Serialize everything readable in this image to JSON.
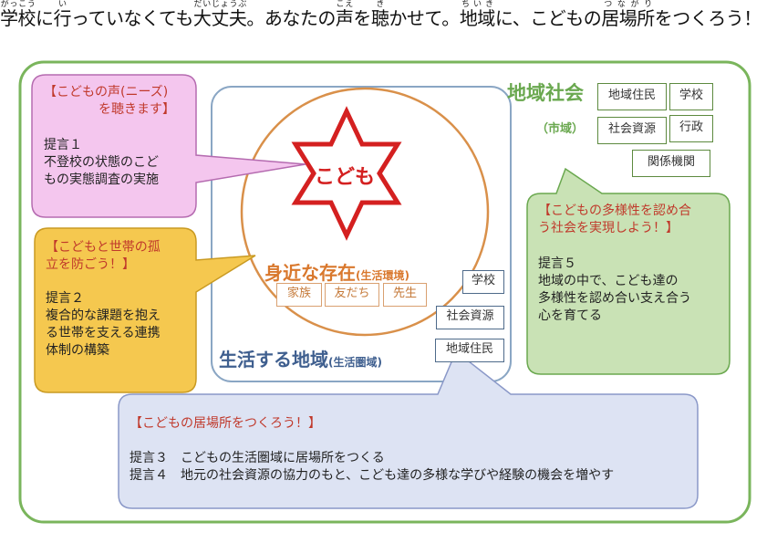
{
  "title": {
    "segments": [
      {
        "text": "学校",
        "ruby": "がっこう"
      },
      {
        "text": "に"
      },
      {
        "text": "行",
        "ruby": "い"
      },
      {
        "text": "っていなくても"
      },
      {
        "text": "大丈夫",
        "ruby": "だいじょうぶ"
      },
      {
        "text": "。あなたの"
      },
      {
        "text": "声",
        "ruby": "こえ"
      },
      {
        "text": "を"
      },
      {
        "text": "聴",
        "ruby": "き"
      },
      {
        "text": "かせて。"
      },
      {
        "text": "地域",
        "ruby": "ちいき"
      },
      {
        "text": "に、こどもの"
      },
      {
        "text": "居場所",
        "ruby": "つながり"
      },
      {
        "text": "をつくろう！"
      }
    ]
  },
  "center": {
    "star_label": "こども",
    "close": "身近な存在",
    "close_sub": "(生活環境)",
    "close_items": [
      "家族",
      "友だち",
      "先生"
    ]
  },
  "living_area": {
    "label": "生活する地域",
    "sub": "(生活圏域)",
    "items": [
      "学校",
      "社会資源",
      "地域住民"
    ]
  },
  "community": {
    "label": "地域社会",
    "sub": "（市域）",
    "items": [
      "地域住民",
      "学校",
      "社会資源",
      "行政",
      "関係機関"
    ]
  },
  "callouts": {
    "pink": {
      "heading1": "【こどもの声(ニーズ)",
      "heading2": "を聴きます】",
      "prop": "提言１",
      "body": [
        "不登校の状態のこど",
        "もの実態調査の実施"
      ]
    },
    "yellow": {
      "heading1": "【こどもと世帯の孤",
      "heading2": "立を防ごう！】",
      "prop": "提言２",
      "body": [
        "複合的な課題を抱え",
        "る世帯を支える連携",
        "体制の構築"
      ]
    },
    "green": {
      "heading1": "【こどもの多様性を認め合",
      "heading2": "う社会を実現しよう！】",
      "prop": "提言５",
      "body": [
        "地域の中で、こども達の",
        "多様性を認め合い支え合う",
        "心を育てる"
      ]
    },
    "blue": {
      "heading": "【こどもの居場所をつくろう！】",
      "lines": [
        "提言３　こどもの生活圏域に居場所をつくる",
        "提言４　地元の社会資源の協力のもと、こども達の多様な学びや経験の機会を増やす"
      ]
    }
  },
  "colors": {
    "community": "#6aa84f",
    "living": "#3f5f8f",
    "close": "#d9782d",
    "star": "#d42020",
    "pink": "#f4c6ee",
    "yellow": "#f5c84f",
    "green": "#c9e2b5",
    "blue": "#dde3f3"
  }
}
